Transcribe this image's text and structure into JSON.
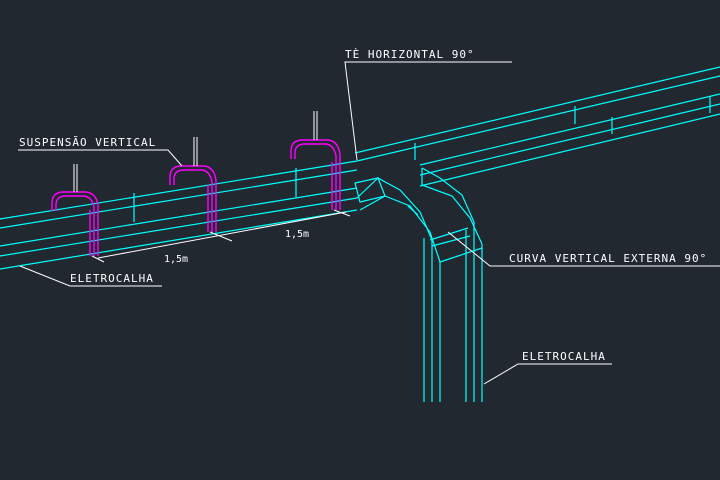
{
  "labels": {
    "te_horizontal": "TÈ HORIZONTAL 90°",
    "suspensao_vertical": "SUSPENSÃO VERTICAL",
    "curva_vertical": "CURVA VERTICAL EXTERNA 90°",
    "eletrocalha_left": "ELETROCALHA",
    "eletrocalha_right": "ELETROCALHA",
    "dim_1": "1,5m",
    "dim_2": "1,5m"
  },
  "colors": {
    "background": "#212830",
    "tray": "#00ffff",
    "hanger": "#ff00ff",
    "annotation": "#ffffff"
  }
}
